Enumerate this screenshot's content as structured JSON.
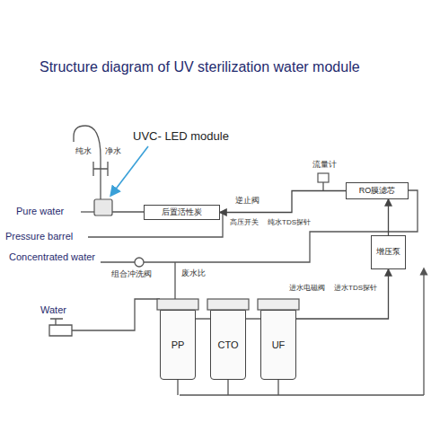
{
  "diagram": {
    "title": "Structure diagram of UV sterilization water module",
    "nodes": [
      {
        "text": [
          "后置活性炭"
        ]
      },
      {
        "text": [
          "RO膜滤芯"
        ]
      },
      {
        "text": [
          "增压泵"
        ]
      },
      {
        "text": [
          "PP"
        ]
      },
      {
        "text": [
          "CTO"
        ]
      },
      {
        "text": [
          "UF"
        ]
      }
    ],
    "edges": [
      {
        "from": 3,
        "to": 4,
        "arrow": "none"
      },
      {
        "from": 4,
        "to": 5,
        "arrow": "none"
      },
      {
        "from": 5,
        "to": 2,
        "arrow": "to"
      },
      {
        "from": 2,
        "to": 1,
        "arrow": "to"
      },
      {
        "from": 1,
        "to": 0,
        "arrow": "to"
      }
    ],
    "labels": [
      "UVC- LED module",
      "纯水",
      "净水",
      "Pure water",
      "Pressure barrel",
      "Concentrated water",
      "Water",
      "流量计",
      "逆止阀",
      "高压开关",
      "纯水TDS探针",
      "组合冲洗阀",
      "废水比",
      "进水电磁阀",
      "进水TDS探针"
    ]
  }
}
